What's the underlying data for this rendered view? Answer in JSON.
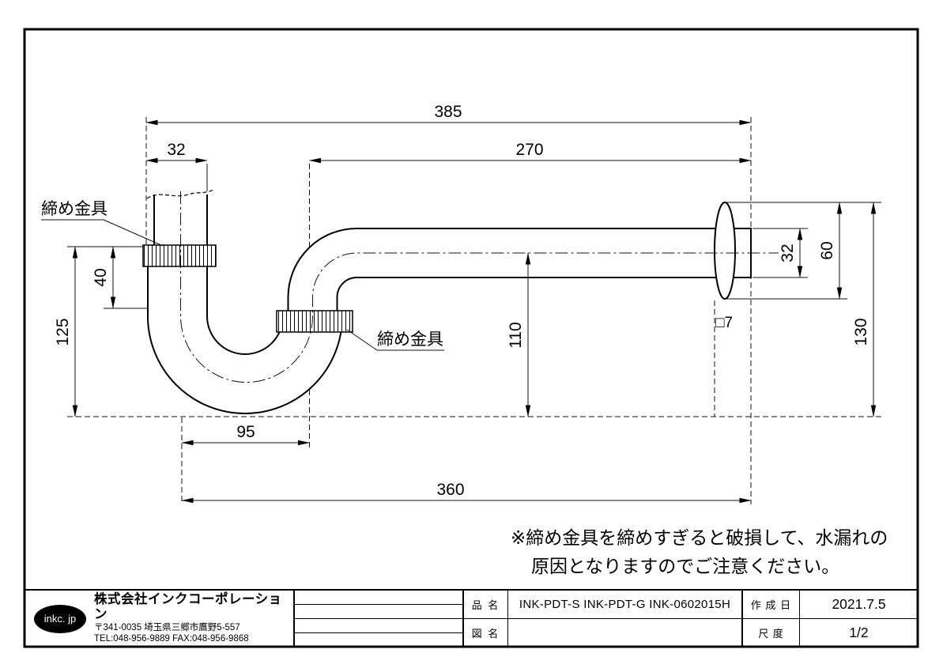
{
  "drawing": {
    "dim_overall_width": "385",
    "dim_horizontal_length": "270",
    "dim_inlet_diameter": "32",
    "dim_inlet_offset": "40",
    "dim_trap_depth": "125",
    "dim_outlet_drop": "110",
    "dim_trap_width": "95",
    "dim_bottom_width": "360",
    "dim_pipe_diameter": "32",
    "dim_flange_diameter": "60",
    "dim_right_height": "130",
    "dim_wall_note": "□7",
    "label_fitting_upper": "締め金具",
    "label_fitting_lower": "締め金具",
    "note_line1": "※締め金具を締めすぎると破損して、水漏れの",
    "note_line2": "原因となりますのでご注意ください。"
  },
  "title_block": {
    "logo_text": "inkc. jp",
    "company_name": "株式会社インクコーポレーション",
    "company_address": "〒341-0035 埼玉県三郷市鷹野5-557",
    "company_contact": "TEL:048-956-9889 FAX:048-956-9868",
    "part_name_label": "品 名",
    "part_name_value": "INK-PDT-S INK-PDT-G INK-0602015H",
    "drawing_name_label": "図 名",
    "drawing_name_value": "",
    "date_label": "作 成 日",
    "date_value": "2021.7.5",
    "scale_label": "尺 度",
    "scale_value": "1/2"
  }
}
